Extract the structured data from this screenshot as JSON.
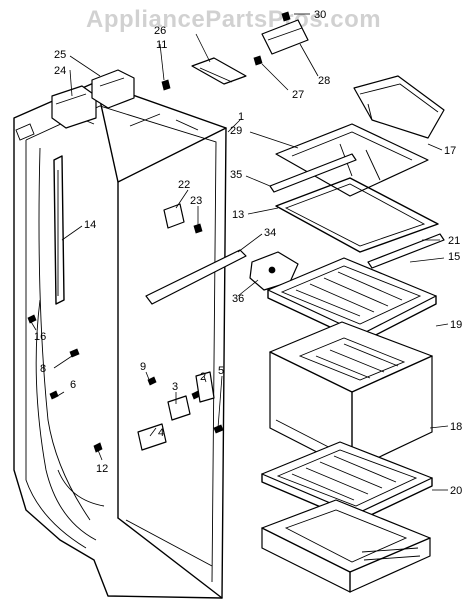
{
  "watermark": "AppliancePartsPros.com",
  "callouts": {
    "c1": "1",
    "c2": "2",
    "c3": "3",
    "c4": "4",
    "c5": "5",
    "c6": "6",
    "c8": "8",
    "c9": "9",
    "c11": "11",
    "c12": "12",
    "c13": "13",
    "c14": "14",
    "c15": "15",
    "c16": "16",
    "c17": "17",
    "c18": "18",
    "c19": "19",
    "c20": "20",
    "c21": "21",
    "c22": "22",
    "c23": "23",
    "c24": "24",
    "c25": "25",
    "c26": "26",
    "c27": "27",
    "c28": "28",
    "c29": "29",
    "c30": "30",
    "c34": "34",
    "c35": "35",
    "c36": "36"
  }
}
